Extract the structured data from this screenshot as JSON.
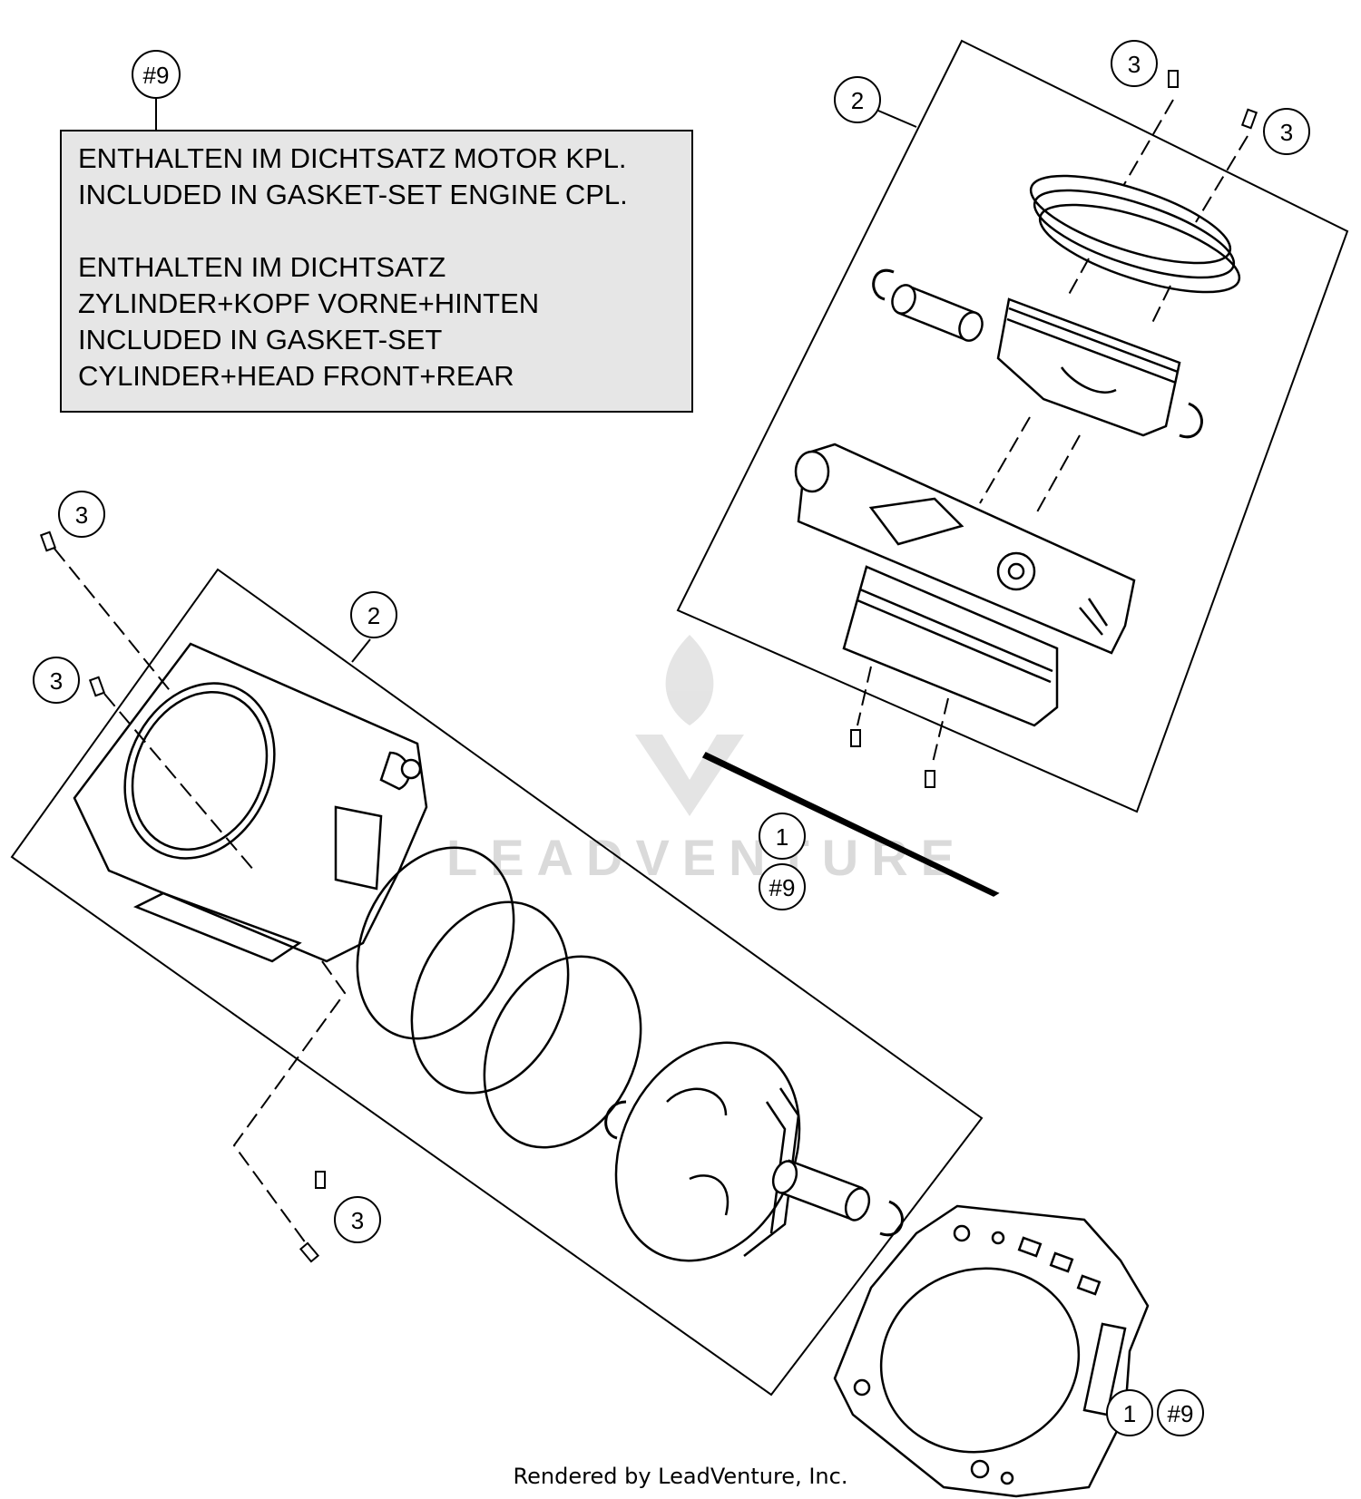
{
  "callouts": {
    "ref_note": "#9",
    "part1": "1",
    "part2": "2",
    "part3": "3",
    "ref9": "#9"
  },
  "note": {
    "line1": "ENTHALTEN IM DICHTSATZ MOTOR KPL.",
    "line2": "INCLUDED IN GASKET-SET ENGINE CPL.",
    "line3": "",
    "line4": "ENTHALTEN IM DICHTSATZ",
    "line5": "ZYLINDER+KOPF VORNE+HINTEN",
    "line6": "INCLUDED IN GASKET-SET",
    "line7": "CYLINDER+HEAD FRONT+REAR"
  },
  "watermark": "LEADVENTURE",
  "footer": "Rendered by LeadVenture, Inc.",
  "colors": {
    "line": "#000000",
    "note_fill": "#e6e6e6",
    "watermark": "#d7d7d7"
  }
}
